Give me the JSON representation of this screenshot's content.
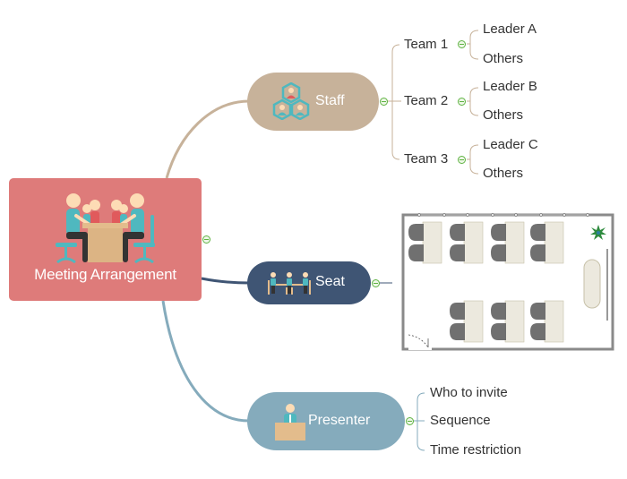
{
  "root": {
    "label": "Meeting Arrangement",
    "icon": "meeting-people-icon",
    "color": "#de7b7a"
  },
  "branches": [
    {
      "id": "staff",
      "label": "Staff",
      "icon": "team-hexagon-icon",
      "color": "#c7b29a",
      "children": [
        {
          "label": "Team 1",
          "children": [
            "Leader A",
            "Others"
          ]
        },
        {
          "label": "Team 2",
          "children": [
            "Leader B",
            "Others"
          ]
        },
        {
          "label": "Team 3",
          "children": [
            "Leader C",
            "Others"
          ]
        }
      ]
    },
    {
      "id": "seat",
      "label": "Seat",
      "icon": "seated-people-icon",
      "color": "#3f5574",
      "attachment": "floor-plan-image"
    },
    {
      "id": "presenter",
      "label": "Presenter",
      "icon": "presenter-podium-icon",
      "color": "#85abbc",
      "children": [
        "Who to invite",
        "Sequence",
        "Time restriction"
      ]
    }
  ],
  "colors": {
    "collapse": "#5fb342",
    "text": "#333333"
  }
}
